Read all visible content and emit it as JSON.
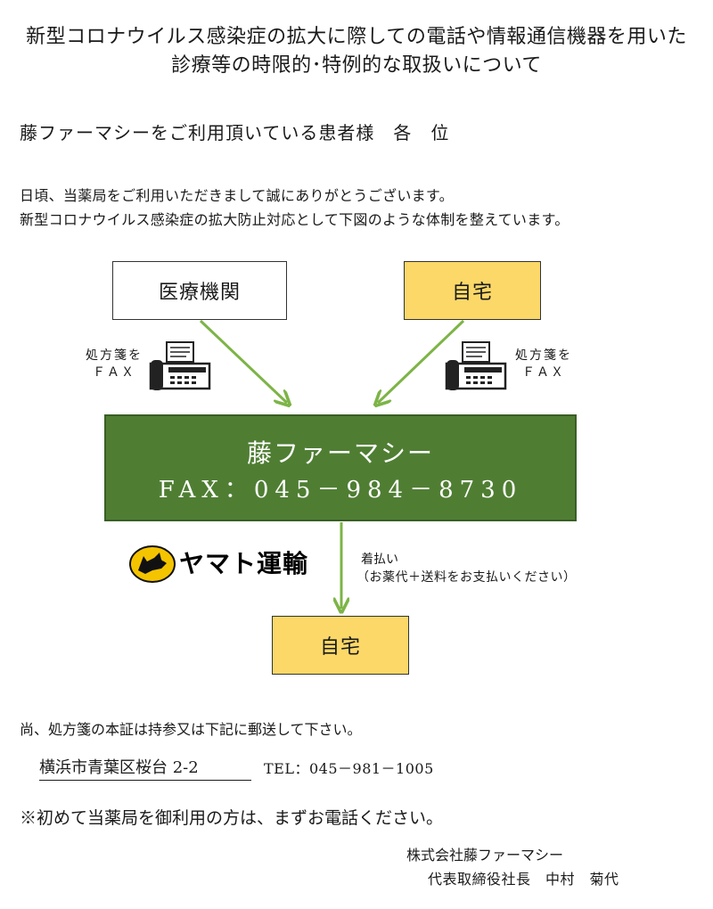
{
  "title": {
    "line1": "新型コロナウイルス感染症の拡大に際しての電話や情報通信機器を用いた",
    "line2": "診療等の時限的･特例的な取扱いについて"
  },
  "addressee": "藤ファーマシーをご利用頂いている患者様　各　位",
  "intro": {
    "line1": "日頃、当薬局をご利用いただきまして誠にありがとうございます。",
    "line2": "新型コロナウイルス感染症の拡大防止対応として下図のような体制を整えています。"
  },
  "diagram": {
    "clinic": "医療機関",
    "home_top": "自宅",
    "fax_label_left": {
      "line1": "処方箋を",
      "line2": "ＦＡＸ"
    },
    "fax_label_right": {
      "line1": "処方箋を",
      "line2": "ＦＡＸ"
    },
    "pharmacy_name": "藤ファーマシー",
    "pharmacy_fax": "FAX：045－984－8730",
    "courier": "ヤマト運輸",
    "cod": {
      "line1": "着払い",
      "line2": "（お薬代＋送料をお支払いください）"
    },
    "home_bottom": "自宅",
    "colors": {
      "arrow": "#7db447",
      "pharmacy": "#4f7e33",
      "home": "#fbd868"
    },
    "icons": [
      "fax-machine-icon",
      "fax-machine-icon",
      "black-cat-icon"
    ]
  },
  "footer": {
    "note": "尚、処方箋の本証は持参又は下記に郵送して下さい。",
    "address": "横浜市青葉区桜台 2-2",
    "tel": "TEL：045－981－1005",
    "first_time": "※初めて当薬局を御利用の方は、まずお電話ください。",
    "company": "株式会社藤ファーマシー",
    "signer": "代表取締役社長　中村　菊代"
  }
}
